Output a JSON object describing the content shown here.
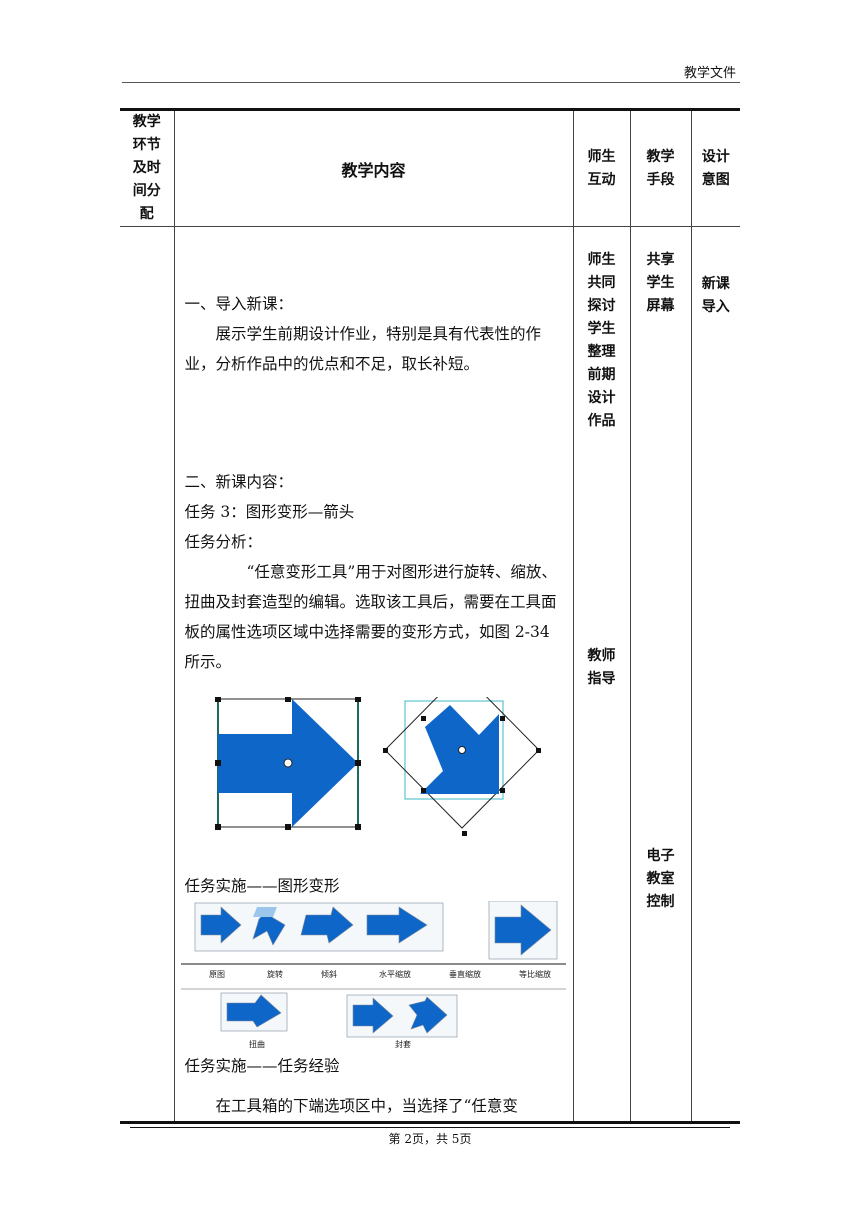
{
  "header": {
    "title": "教学文件"
  },
  "table": {
    "columns": [
      "教学\n环节\n及时\n间分\n配",
      "教学内容",
      "师生\n互动",
      "教学\n手段",
      "设计\n意图"
    ],
    "interaction": {
      "top": "师生\n共同\n探讨\n学生\n整理\n前期\n设计\n作品",
      "bottom": "教师\n指导"
    },
    "means": {
      "top": "共享\n学生\n屏幕",
      "bottom": "电子\n教室\n控制"
    },
    "intent": {
      "top": "新课\n导入"
    }
  },
  "content": {
    "intro_heading": "一、导入新课：",
    "intro_body": "展示学生前期设计作业，特别是具有代表性的作业，分析作品中的优点和不足，取长补短。",
    "new_heading": "二、新课内容：",
    "task_title": "任务 3：图形变形—箭头",
    "analysis_heading": "任务分析：",
    "analysis_body": "“任意变形工具”用于对图形进行旋转、缩放、扭曲及封套造型的编辑。选取该工具后，需要在工具面板的属性选项区域中选择需要的变形方式，如图 2-34 所示。",
    "impl_heading_1": "任务实施——图形变形",
    "impl_heading_2": "任务实施——任务经验",
    "closing": "在工具箱的下端选项区中，当选择了“任意变"
  },
  "figure": {
    "row1_labels": [
      "原图",
      "旋转",
      "倾斜",
      "水平缩放",
      "垂直缩放",
      "等比缩放"
    ],
    "row2_labels": [
      "扭曲",
      "封套"
    ]
  },
  "colors": {
    "arrow_blue": "#0f66c9",
    "selection_box": "#5ec3d0"
  },
  "footer": {
    "page": "第 2页，共 5页"
  }
}
